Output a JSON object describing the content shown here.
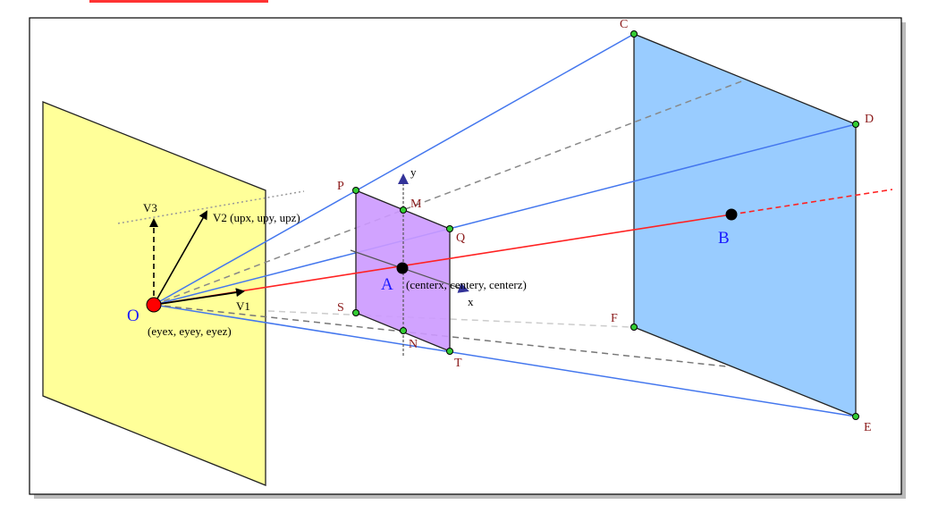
{
  "diagram": {
    "points": {
      "C": "C",
      "D": "D",
      "E": "E",
      "F": "F",
      "P": "P",
      "Q": "Q",
      "M": "M",
      "S": "S",
      "N": "N",
      "T": "T"
    },
    "origin_label": "O",
    "eye_label": "(eyex, eyey, eyez)",
    "v1": "V1",
    "v2": "V2 (upx, upy, upz)",
    "v3": "V3",
    "center_point": "A",
    "center_label": "(centerx, centery, centerz)",
    "far_point": "B",
    "axis_x": "x",
    "axis_y": "y"
  },
  "colors": {
    "near_plane": "#ffff99",
    "mid_plane": "#cc99ff",
    "far_plane": "#99ccff",
    "frustum": "#4477ee",
    "sight_line": "#ff2222"
  }
}
